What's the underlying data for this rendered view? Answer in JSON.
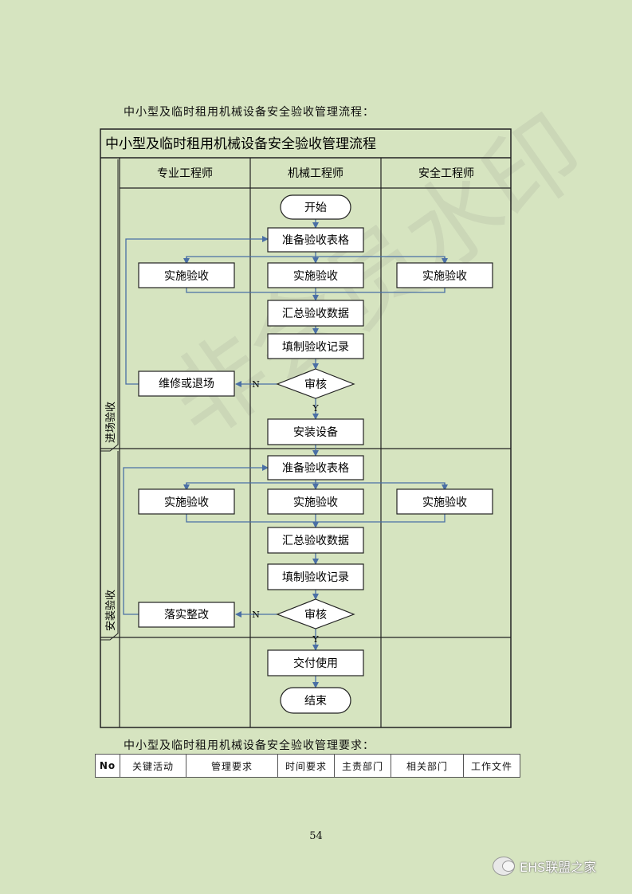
{
  "intro_text": "中小型及临时租用机械设备安全验收管理流程：",
  "diagram": {
    "title": "中小型及临时租用机械设备安全验收管理流程",
    "lanes": [
      "专业工程师",
      "机械工程师",
      "安全工程师"
    ],
    "phases": [
      "进场验收",
      "安装验收"
    ],
    "nodes": {
      "start": "开始",
      "prep1": "准备验收表格",
      "impl1_left": "实施验收",
      "impl1_mid": "实施验收",
      "impl1_right": "实施验收",
      "summary1": "汇总验收数据",
      "record1": "填制验收记录",
      "review1": "审核",
      "repair": "维修或退场",
      "install": "安装设备",
      "prep2": "准备验收表格",
      "impl2_left": "实施验收",
      "impl2_mid": "实施验收",
      "impl2_right": "实施验收",
      "summary2": "汇总验收数据",
      "record2": "填制验收记录",
      "review2": "审核",
      "rectify": "落实整改",
      "deliver": "交付使用",
      "end": "结束"
    },
    "labels": {
      "no": "N",
      "yes": "Y"
    }
  },
  "requirements_intro": "中小型及临时租用机械设备安全验收管理要求：",
  "table_headers": [
    "No",
    "关键活动",
    "管理要求",
    "时间要求",
    "主责部门",
    "相关部门",
    "工作文件"
  ],
  "watermark_text": "非会员水印",
  "page_number": "54",
  "badge_text": "EHS联盟之家"
}
